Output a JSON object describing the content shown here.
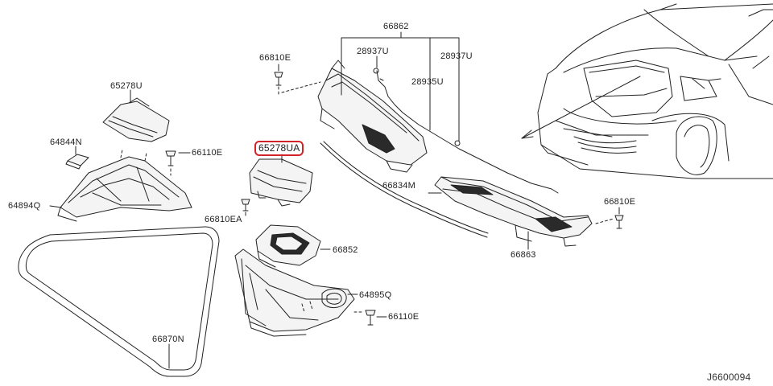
{
  "diagram": {
    "reference_code": "J6600094",
    "highlighted_part": "65278UA",
    "parts": {
      "p66862": "66862",
      "p28937U_a": "28937U",
      "p28937U_b": "28937U",
      "p28935U": "28935U",
      "p66810E_a": "66810E",
      "p65278U": "65278U",
      "p64844N": "64844N",
      "p66110E_a": "66110E",
      "p64894Q": "64894Q",
      "p65278UA": "65278UA",
      "p66810EA": "66810EA",
      "p66834M": "66834M",
      "p66810E_b": "66810E",
      "p66863": "66863",
      "p66852": "66852",
      "p64895Q": "64895Q",
      "p66110E_b": "66110E",
      "p66870N": "66870N"
    }
  },
  "colors": {
    "line": "#222222",
    "highlight": "#d2232a",
    "part_fill": "#f4f4f4",
    "shade": "#2a2a2a"
  }
}
